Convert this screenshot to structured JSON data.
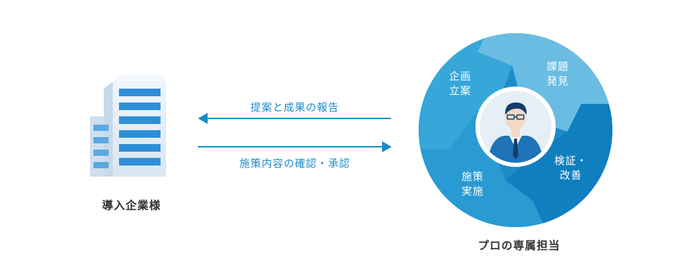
{
  "company": {
    "label": "導入企業様"
  },
  "arrows": {
    "report": "提案と成果の報告",
    "confirm": "施策内容の確認・承認"
  },
  "cycle": {
    "segments": [
      {
        "line1": "企画",
        "line2": "立案"
      },
      {
        "line1": "課題",
        "line2": "発見"
      },
      {
        "line1": "検証・",
        "line2": "改善"
      },
      {
        "line1": "施策",
        "line2": "実施"
      }
    ]
  },
  "pro": {
    "label": "プロの専属担当"
  },
  "colors": {
    "accent": "#1b8bc9",
    "building_light": "#e8f0f8",
    "building_window": "#2e8fd6",
    "segment_light": "#6bbce2",
    "segment_mid": "#36a7d8",
    "segment_dark": "#0f7fc0",
    "segment_deep": "#1a8dc9"
  },
  "icons": [
    "building-icon",
    "businessman-icon",
    "arrow-left-icon",
    "arrow-right-icon"
  ]
}
